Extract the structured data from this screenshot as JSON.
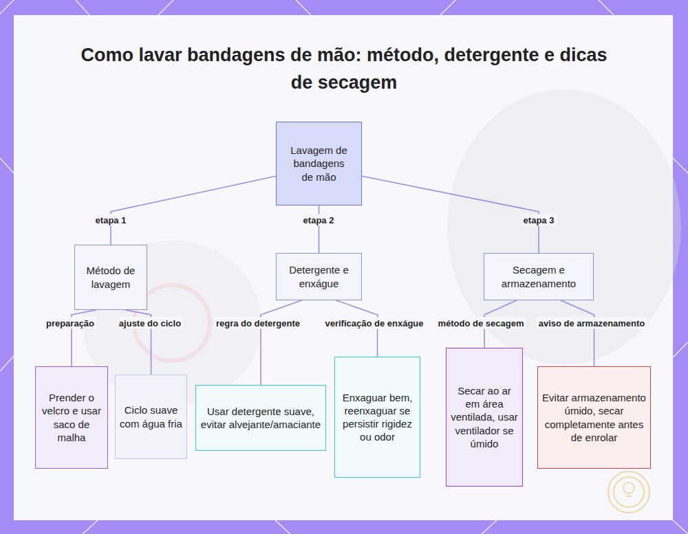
{
  "diagram": {
    "title": "Como lavar bandagens de mão: método, detergente e dicas de secagem",
    "nodes": [
      {
        "text": [
          "Lavagem de bandagens de mão"
        ]
      },
      {
        "text": [
          "Método de lavagem"
        ]
      },
      {
        "text": [
          "Detergente e enxágue"
        ]
      },
      {
        "text": [
          "Secagem e armazenamento"
        ]
      },
      {
        "text": [
          "Prender o velcro e usar saco de malha"
        ]
      },
      {
        "text": [
          "Ciclo suave com água fria"
        ]
      },
      {
        "text": [
          "Usar detergente suave, evitar alvejante/amaciante"
        ]
      },
      {
        "text": [
          "Enxaguar bem, reenxaguar se persistir rigidez ou odor"
        ]
      },
      {
        "text": [
          "Secar ao ar em área ventilada, usar ventilador se úmido"
        ]
      },
      {
        "text": [
          "Evitar armazenamento úmido, secar completamente antes de enrolar"
        ]
      }
    ],
    "edges": [
      {
        "from": 0,
        "to": 1,
        "label": "etapa 1",
        "arrow": "none"
      },
      {
        "from": 0,
        "to": 2,
        "label": "etapa 2",
        "arrow": "none"
      },
      {
        "from": 0,
        "to": 3,
        "label": "etapa 3",
        "arrow": "none"
      },
      {
        "from": 1,
        "to": 4,
        "label": "preparação",
        "arrow": "none"
      },
      {
        "from": 1,
        "to": 5,
        "label": "ajuste do ciclo",
        "arrow": "none"
      },
      {
        "from": 2,
        "to": 6,
        "label": "regra do detergente",
        "arrow": "none"
      },
      {
        "from": 2,
        "to": 7,
        "label": "verificação de enxágue",
        "arrow": "none"
      },
      {
        "from": 3,
        "to": 8,
        "label": "método de secagem",
        "arrow": "none"
      },
      {
        "from": 3,
        "to": 9,
        "label": "aviso de armazenamento",
        "arrow": "none"
      }
    ]
  }
}
